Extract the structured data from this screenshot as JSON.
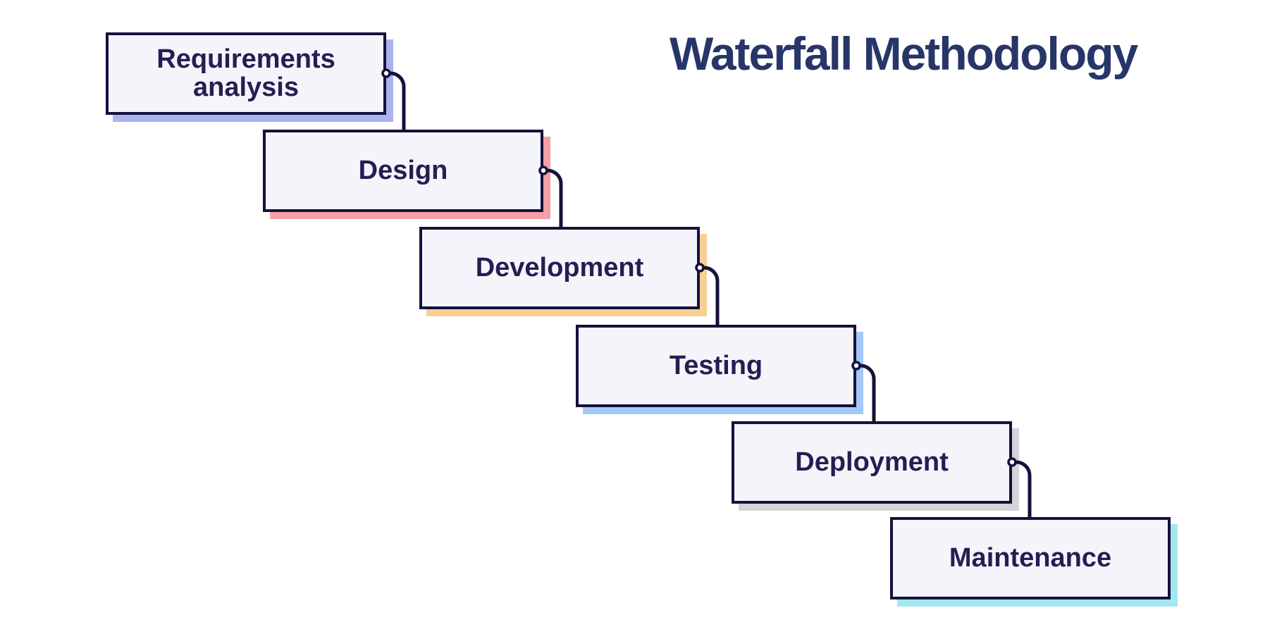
{
  "title": "Waterfall Methodology",
  "steps": [
    {
      "label": "Requirements analysis",
      "shadow_color": "#aab3ee"
    },
    {
      "label": "Design",
      "shadow_color": "#f5a0a6"
    },
    {
      "label": "Development",
      "shadow_color": "#f7d093"
    },
    {
      "label": "Testing",
      "shadow_color": "#a4c9f8"
    },
    {
      "label": "Deployment",
      "shadow_color": "#d3d3d8"
    },
    {
      "label": "Maintenance",
      "shadow_color": "#a3e7f0"
    }
  ],
  "colors": {
    "background": "#ffffff",
    "box_fill": "#f4f5fb",
    "box_border": "#15113c",
    "box_text": "#241e52",
    "title_text": "#273668",
    "connector": "#15113c"
  },
  "shadow_offset": "10px 10px 0"
}
